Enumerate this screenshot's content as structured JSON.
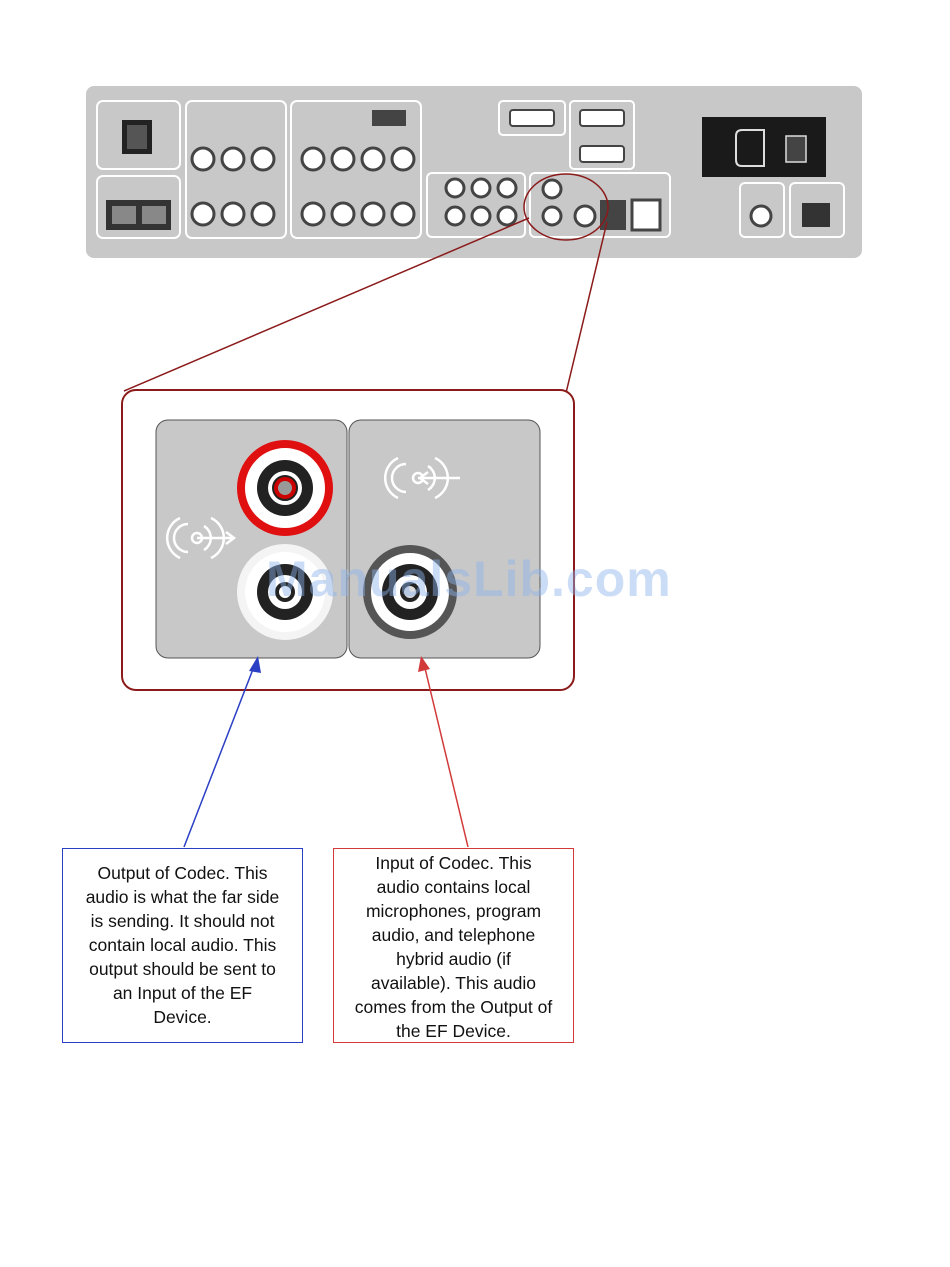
{
  "watermark": "ManualsLib.com",
  "callouts": {
    "output": "Output of Codec.  This\naudio is what the far side\nis sending.  It should not\ncontain local audio.  This\noutput should be sent to\nan Input of the EF\nDevice.",
    "input": "Input of Codec.  This\naudio contains local\nmicrophones, program\naudio, and telephone\nhybrid audio (if\navailable).  This audio\ncomes from the Output of\nthe EF Device."
  },
  "colors": {
    "panel": "#c8c8c8",
    "output_arrow": "#2b3fc4",
    "input_arrow": "#d23a3a",
    "zoom_outline": "#8b1a1a",
    "red_ring": "#e01010"
  },
  "icons": {
    "output_audio": "audio-output-icon",
    "input_audio": "audio-input-icon"
  }
}
